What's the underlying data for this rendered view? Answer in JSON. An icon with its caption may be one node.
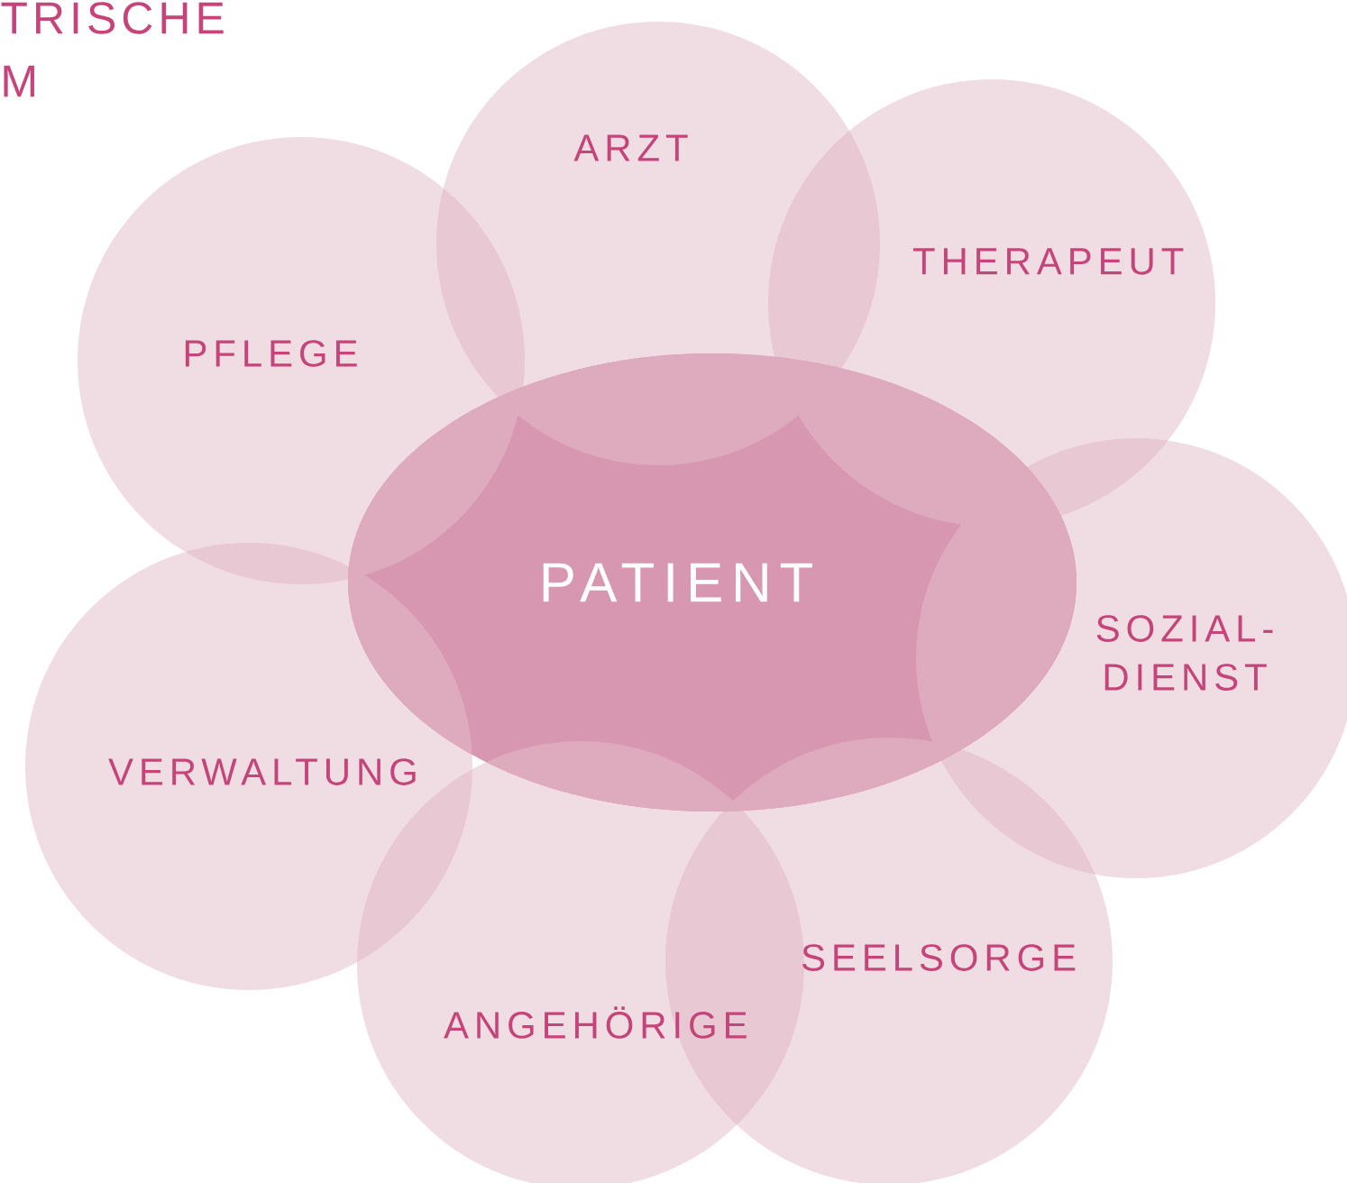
{
  "diagram": {
    "nodes": [
      {
        "text": [
          "ARZT"
        ]
      },
      {
        "text": [
          "THERAPEUT"
        ]
      },
      {
        "text": [
          "PFLEGE"
        ]
      },
      {
        "text": [
          "PATIENT"
        ]
      },
      {
        "text": [
          "SOZIAL- DIENST"
        ]
      },
      {
        "text": [
          "VERWALTUNG"
        ]
      },
      {
        "text": [
          "SEELSORGE"
        ]
      },
      {
        "text": [
          "ANGEHÖRIGE"
        ]
      }
    ],
    "labels": [
      "TRISCHE",
      "M"
    ]
  }
}
